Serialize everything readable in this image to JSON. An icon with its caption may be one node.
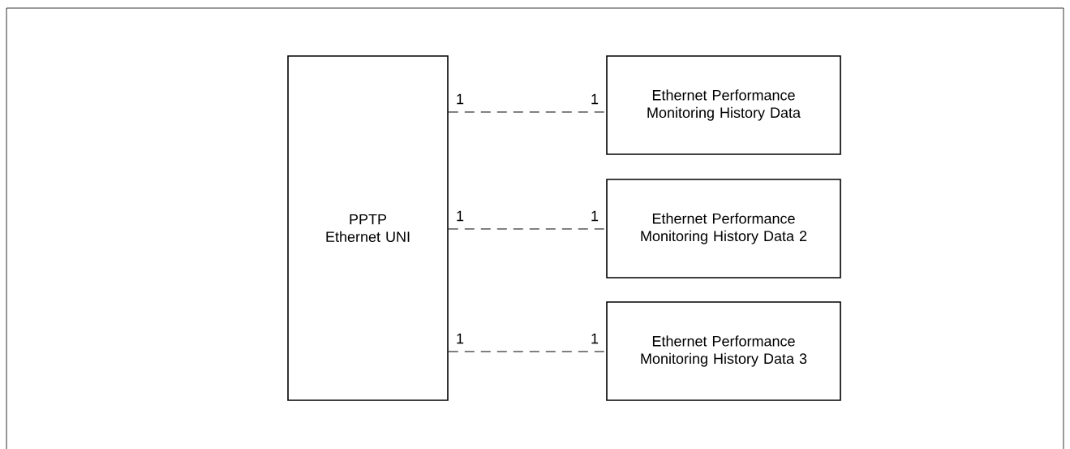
{
  "diagram": {
    "nodes": [
      {
        "text": [
          "PPTP Ethernet UNI"
        ]
      },
      {
        "text": [
          "Ethernet Performance Monitoring History Data"
        ]
      },
      {
        "text": [
          "Ethernet Performance Monitoring History Data 2"
        ]
      },
      {
        "text": [
          "Ethernet Performance Monitoring History Data 3"
        ]
      }
    ],
    "edges": [
      {
        "from": 0,
        "to": 1,
        "arrow": "none",
        "style": "dashed"
      },
      {
        "from": 0,
        "to": 2,
        "arrow": "none",
        "style": "dashed"
      },
      {
        "from": 0,
        "to": 3,
        "arrow": "none",
        "style": "dashed"
      }
    ],
    "labels": [
      "1",
      "1",
      "1",
      "1",
      "1",
      "1"
    ]
  }
}
